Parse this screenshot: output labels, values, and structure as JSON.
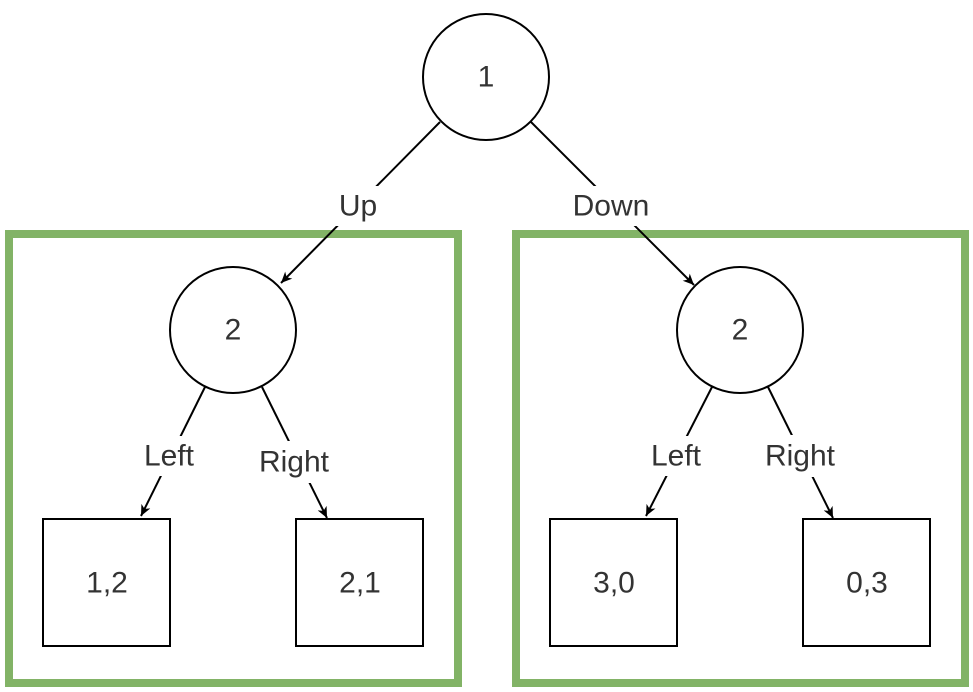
{
  "colors": {
    "group_border": "#82b366",
    "stroke": "#000000",
    "text": "#333333",
    "background": "#ffffff"
  },
  "nodes": {
    "root": {
      "label": "1",
      "shape": "circle"
    },
    "left_decision": {
      "label": "2",
      "shape": "circle"
    },
    "right_decision": {
      "label": "2",
      "shape": "circle"
    },
    "leaf_ll": {
      "label": "1,2",
      "shape": "square"
    },
    "leaf_lr": {
      "label": "2,1",
      "shape": "square"
    },
    "leaf_rl": {
      "label": "3,0",
      "shape": "square"
    },
    "leaf_rr": {
      "label": "0,3",
      "shape": "square"
    }
  },
  "edges": {
    "root_up": {
      "label": "Up",
      "from": "root",
      "to": "left_decision"
    },
    "root_down": {
      "label": "Down",
      "from": "root",
      "to": "right_decision"
    },
    "ld_left": {
      "label": "Left",
      "from": "left_decision",
      "to": "leaf_ll"
    },
    "ld_right": {
      "label": "Right",
      "from": "left_decision",
      "to": "leaf_lr"
    },
    "rd_left": {
      "label": "Left",
      "from": "right_decision",
      "to": "leaf_rl"
    },
    "rd_right": {
      "label": "Right",
      "from": "right_decision",
      "to": "leaf_rr"
    }
  },
  "groups": {
    "left_subgame": {
      "contains": [
        "left_decision",
        "leaf_ll",
        "leaf_lr"
      ]
    },
    "right_subgame": {
      "contains": [
        "right_decision",
        "leaf_rl",
        "leaf_rr"
      ]
    }
  }
}
